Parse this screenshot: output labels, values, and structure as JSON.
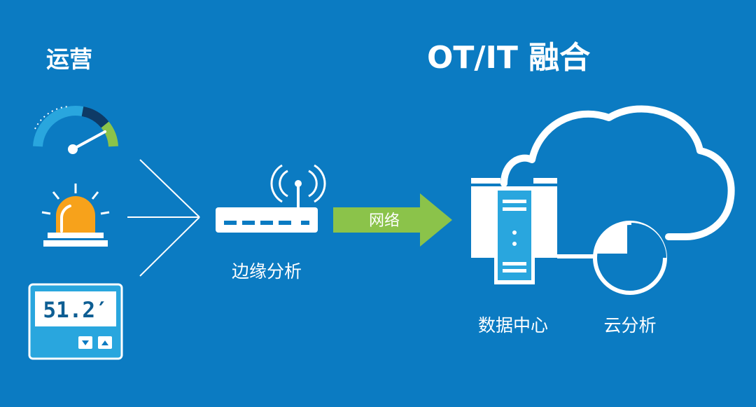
{
  "titles": {
    "left": "运营",
    "right": "OT/IT 融合"
  },
  "labels": {
    "edge": "边缘分析",
    "network": "网络",
    "datacenter": "数据中心",
    "cloud": "云分析"
  },
  "display": {
    "reading": "51.2′"
  },
  "colors": {
    "background": "#0B7BC2",
    "white": "#FFFFFF",
    "green": "#8BC34A",
    "navy": "#0E3A66",
    "orange": "#F7A21B",
    "screen_blue": "#29A6DE"
  }
}
